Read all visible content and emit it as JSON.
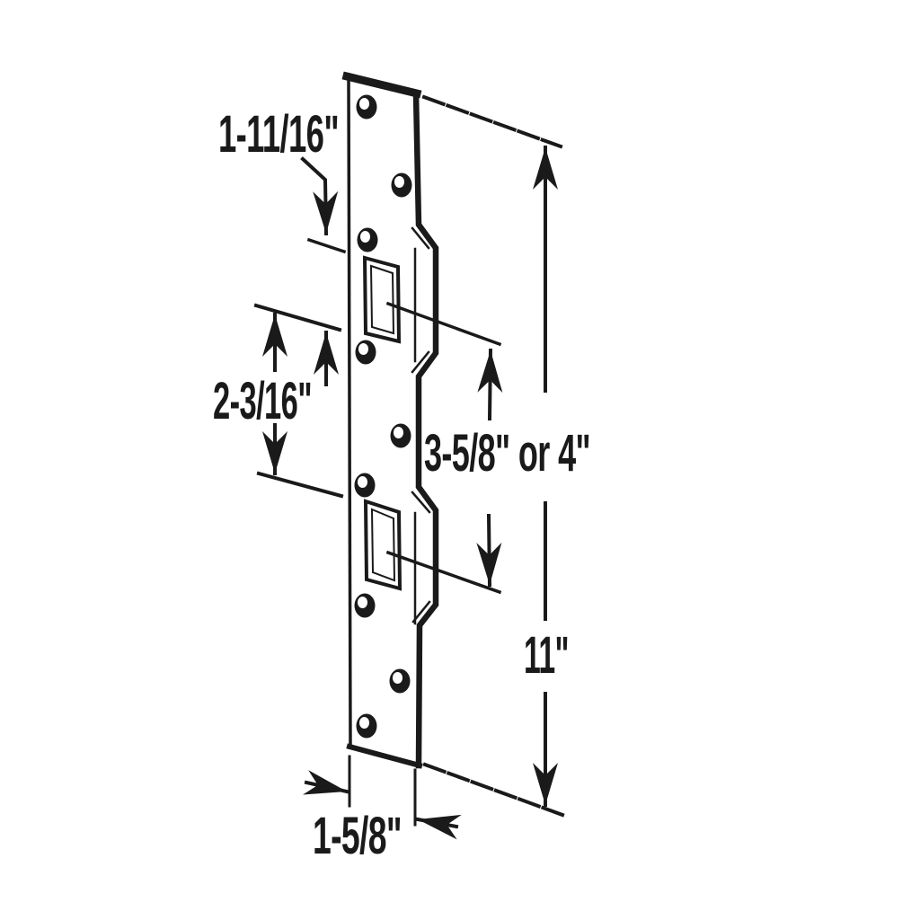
{
  "page": {
    "background": "#ffffff",
    "ink_color": "#1a1a1a",
    "description": "Technical line drawing of a door security strike plate with dimension callouts"
  },
  "plate": {
    "screw_hole_count": 9,
    "latch_opening_count": 2
  },
  "dimensions": {
    "top_offset": "1-11/16\"",
    "between_openings": "2-3/16\"",
    "bolt_spacing": "3-5/8\" or 4\"",
    "overall_length": "11\"",
    "plate_width": "1-5/8\""
  }
}
